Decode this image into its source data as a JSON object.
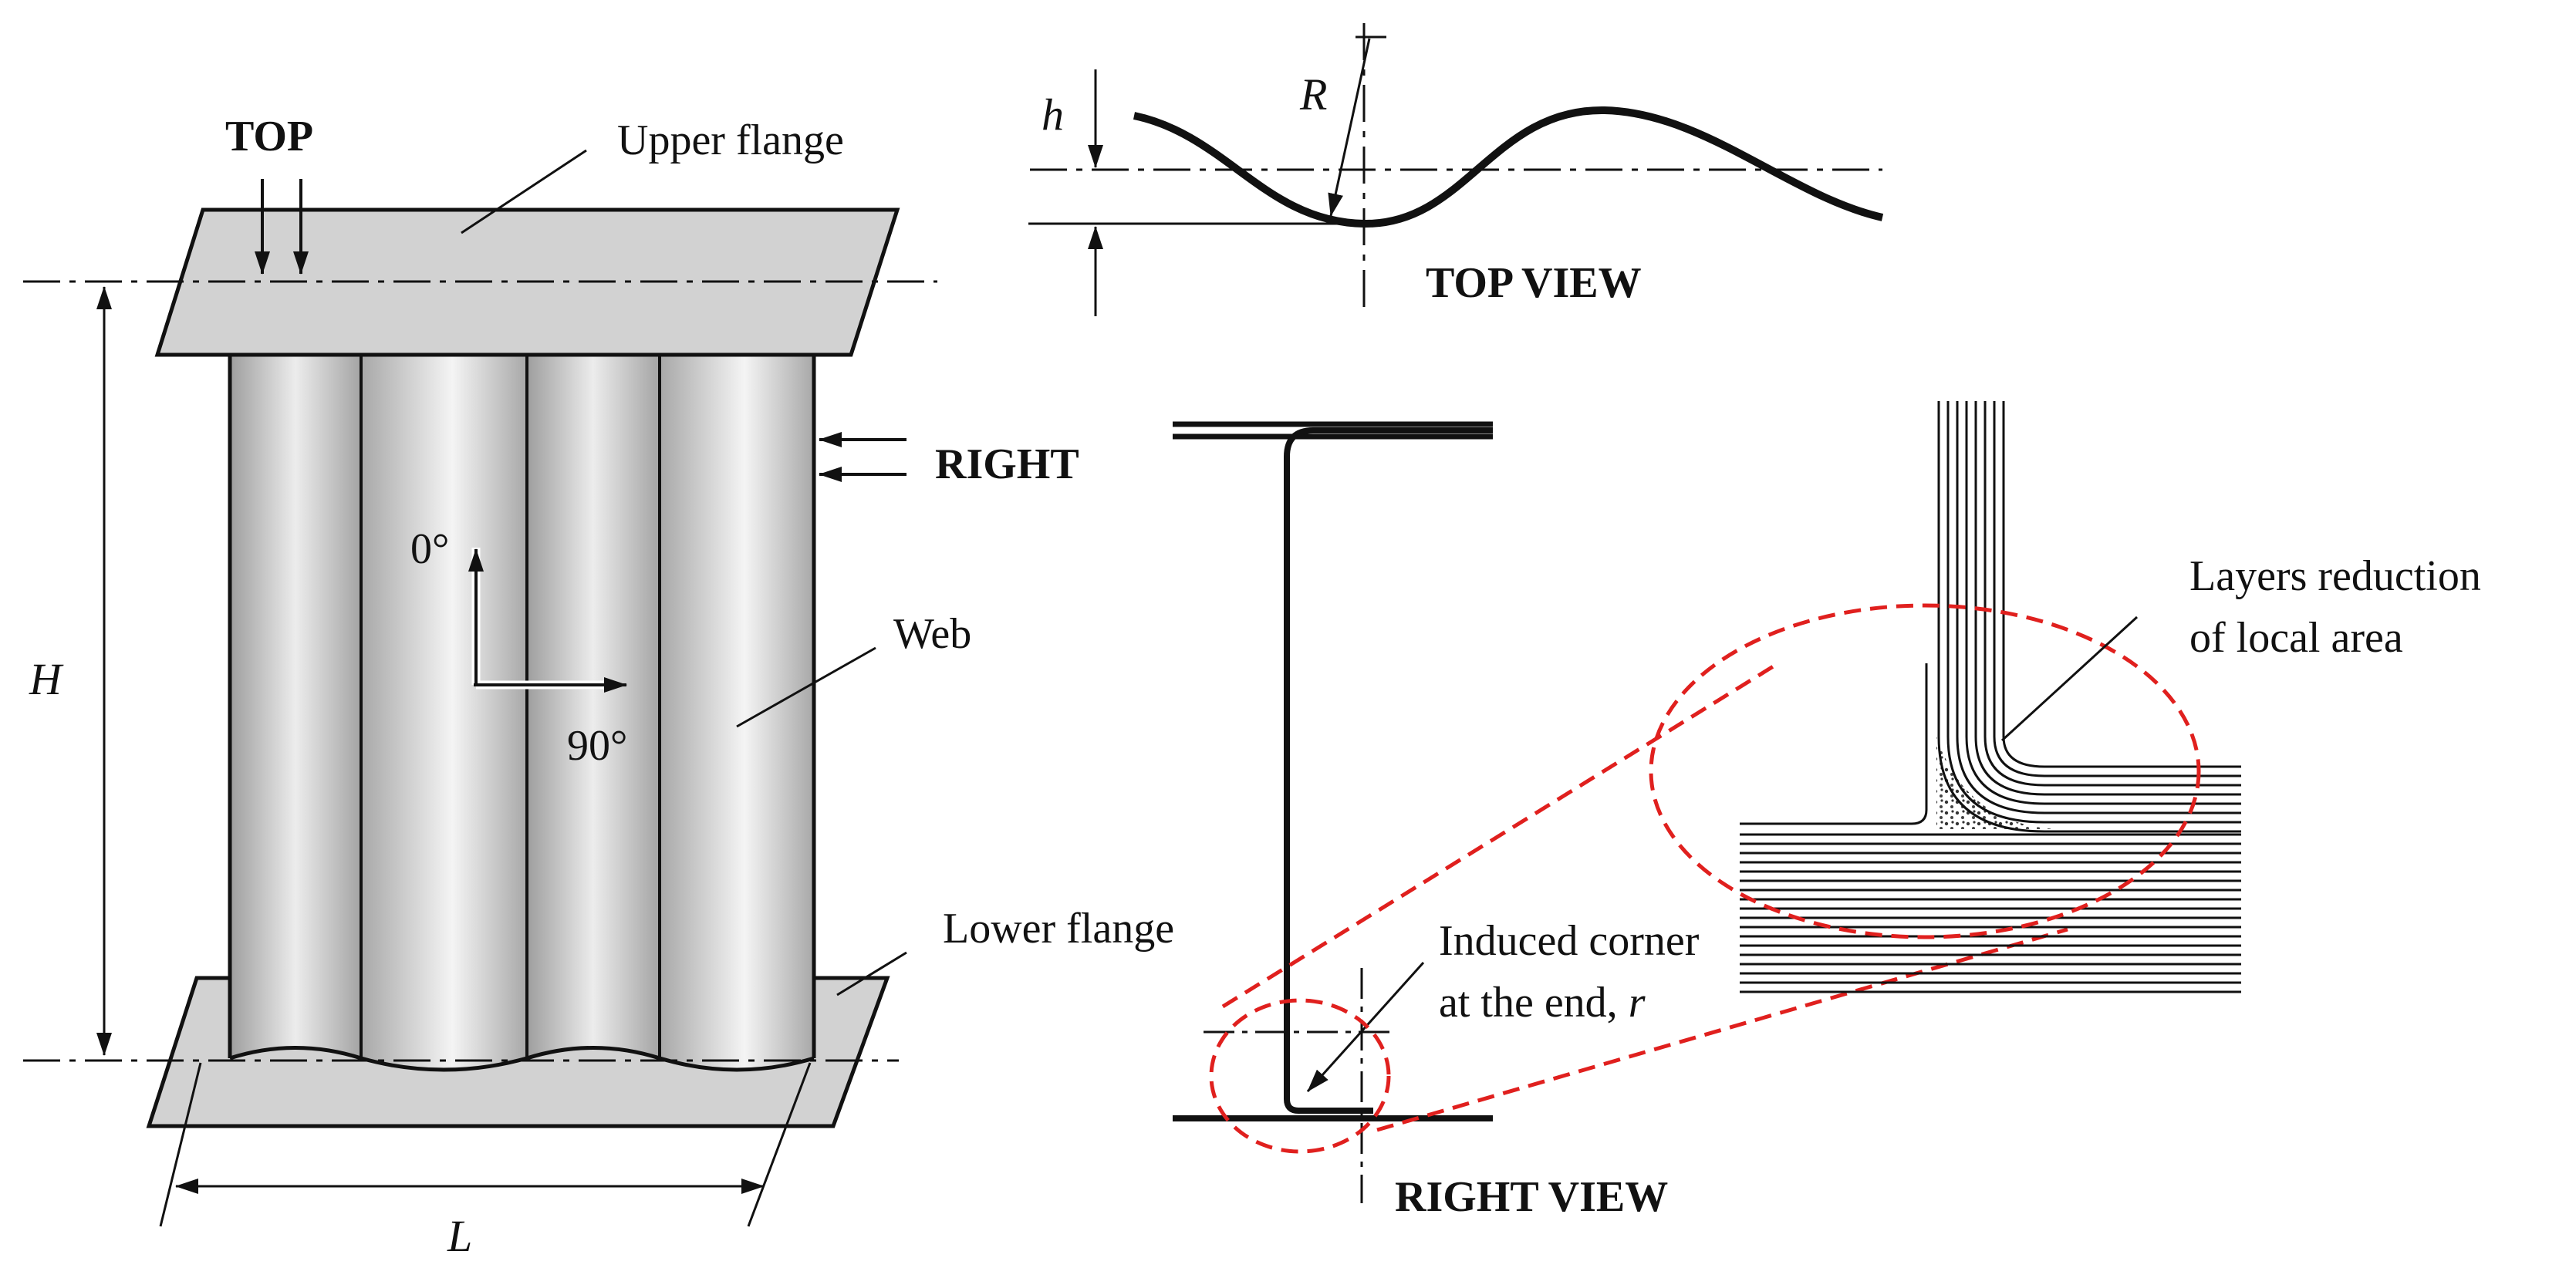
{
  "labels": {
    "top": "TOP",
    "upper_flange": "Upper flange",
    "right": "RIGHT",
    "web": "Web",
    "lower_flange": "Lower flange",
    "height": "H",
    "length": "L",
    "dir_0": "0°",
    "dir_90": "90°",
    "wave_amplitude": "h",
    "wave_radius": "R",
    "top_view": "TOP VIEW",
    "right_view": "RIGHT VIEW",
    "induced_corner_line1": "Induced corner",
    "induced_corner_line2": "at the end,",
    "induced_corner_symbol": "r",
    "layers_line1": "Layers reduction",
    "layers_line2": "of local area"
  },
  "colors": {
    "ink": "#111111",
    "flange_fill": "#d2d2d2",
    "web_dark": "#9e9e9e",
    "web_light": "#f2f2f2",
    "highlight": "#e0201e"
  }
}
